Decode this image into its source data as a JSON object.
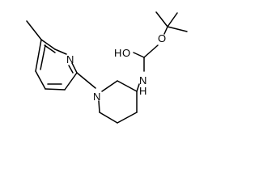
{
  "molecule": {
    "atom_labels": {
      "pyridine_n": "N",
      "piperidine_n": "N",
      "nh": "N",
      "nh_hydrogen": "H",
      "carbonyl_o": "O",
      "carbonyl_h": "H",
      "ester_o": "O"
    },
    "colors": {
      "bond": "#000000",
      "label": "#000000",
      "background": "#ffffff"
    }
  }
}
